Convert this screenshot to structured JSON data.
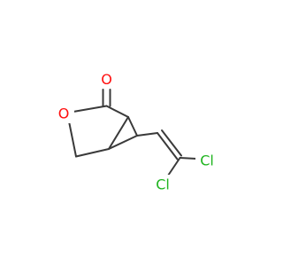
{
  "molecule": {
    "atoms": [
      {
        "id": "O_carbonyl",
        "symbol": "O",
        "color": "#ff0d0d"
      },
      {
        "id": "O_ring",
        "symbol": "O",
        "color": "#ff0d0d"
      },
      {
        "id": "Cl_1",
        "symbol": "Cl",
        "color": "#1fb41f"
      },
      {
        "id": "Cl_2",
        "symbol": "Cl",
        "color": "#1fb41f"
      }
    ],
    "bond_color": "#3a3a3a"
  }
}
